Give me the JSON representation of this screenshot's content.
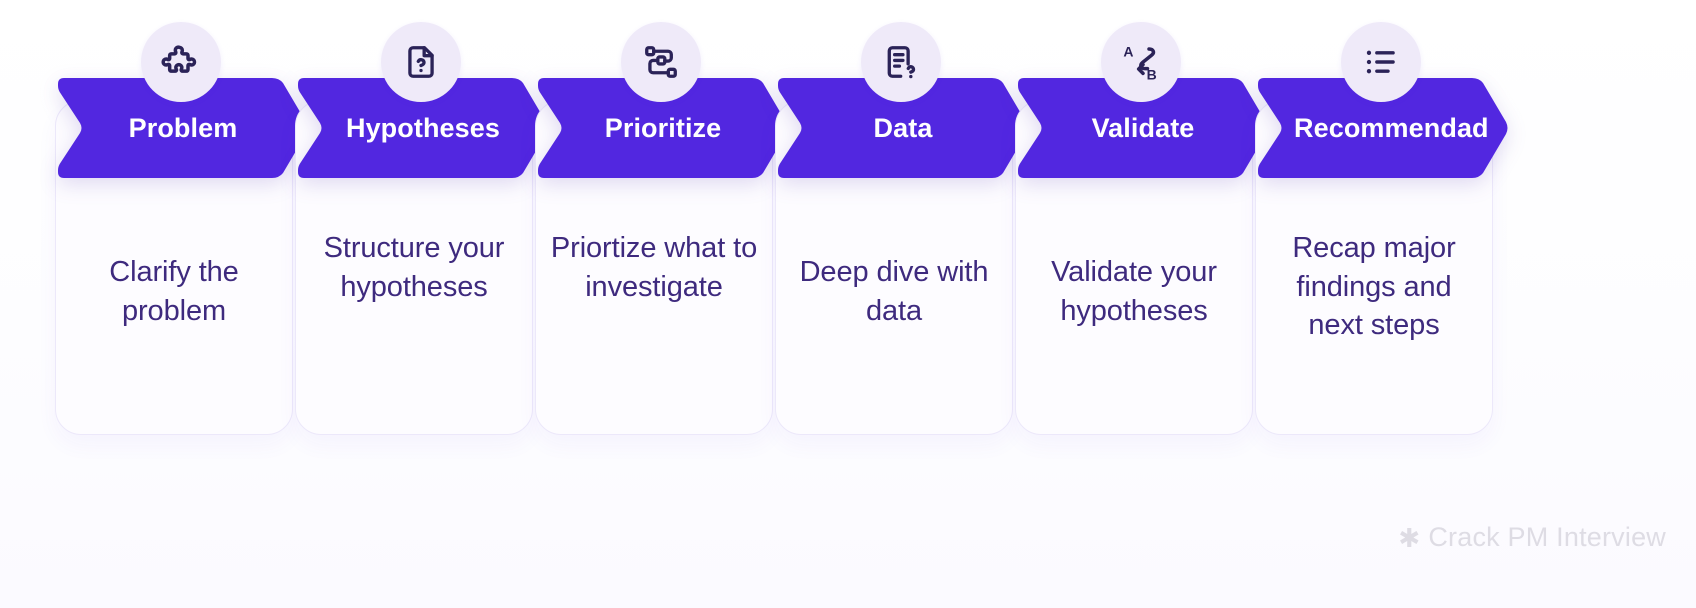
{
  "theme": {
    "chevron_color": "#5227E0",
    "chevron_label_color": "#FFFFFF",
    "card_bg": "#FDFCFF",
    "card_border": "#ECE8FA",
    "card_text_color": "#3E2A7E",
    "bubble_bg": "#EFEAF9",
    "icon_color": "#2B2358",
    "page_bg": "#FFFFFF",
    "watermark_color": "#DEDCE4"
  },
  "flow": {
    "steps": [
      {
        "label": "Problem",
        "description": "Clarify the problem",
        "icon": "puzzle-piece-icon"
      },
      {
        "label": "Hypotheses",
        "description": "Structure your hypotheses",
        "icon": "file-question-icon"
      },
      {
        "label": "Prioritize",
        "description": "Priortize what to investigate",
        "icon": "node-hierarchy-icon"
      },
      {
        "label": "Data",
        "description": "Deep dive with data",
        "icon": "document-question-icon"
      },
      {
        "label": "Validate",
        "description": "Validate your hypotheses",
        "icon": "a-to-b-path-icon"
      },
      {
        "label": "Recommendad",
        "description": "Recap major findings and next steps",
        "icon": "bullet-list-icon"
      }
    ]
  },
  "watermark": {
    "star": "✱",
    "text": "Crack PM Interview"
  }
}
